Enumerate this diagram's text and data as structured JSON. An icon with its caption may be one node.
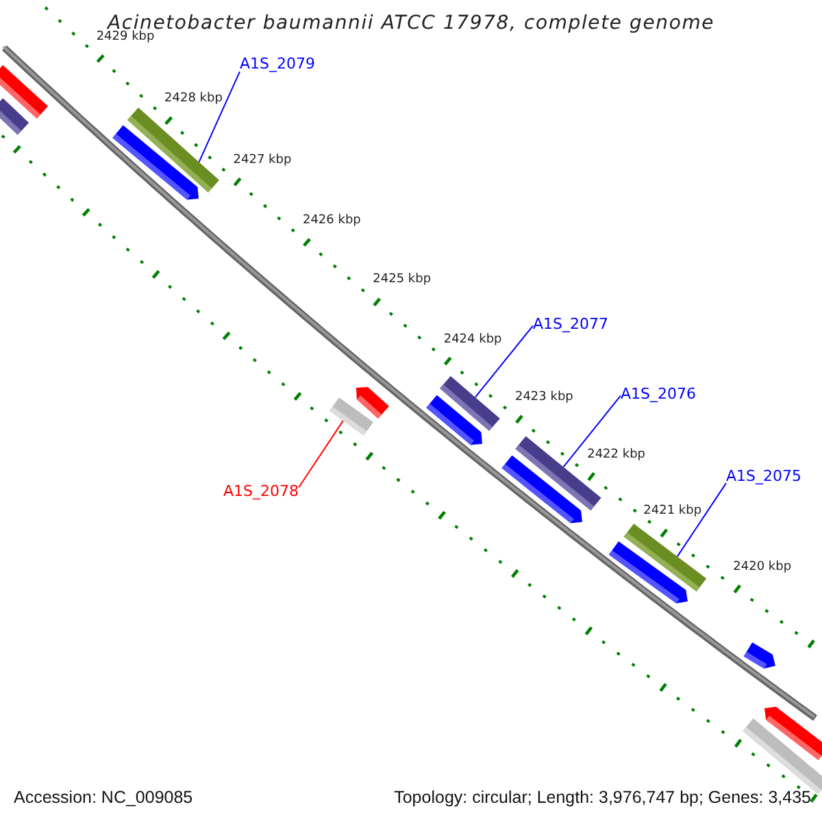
{
  "diagram": {
    "title": "Acinetobacter baumannii ATCC 17978, complete genome",
    "nodes": [
      {
        "text": [
          "A1S_2079"
        ]
      },
      {
        "text": [
          "A1S_2077"
        ]
      },
      {
        "text": [
          "A1S_2076"
        ]
      },
      {
        "text": [
          "A1S_2075"
        ]
      },
      {
        "text": [
          "A1S_2078"
        ]
      },
      {
        "text": [],
        "shape": "bar"
      },
      {
        "text": [],
        "shape": "bar"
      },
      {
        "text": [],
        "shape": "bar"
      },
      {
        "text": [],
        "shape": "bar"
      },
      {
        "text": [],
        "shape": "bar"
      },
      {
        "text": [],
        "shape": "bar"
      },
      {
        "text": [],
        "shape": "bar"
      },
      {
        "text": [],
        "shape": "bar"
      },
      {
        "text": [],
        "shape": "bar"
      },
      {
        "text": [],
        "shape": "bar"
      },
      {
        "text": [],
        "shape": "bar"
      },
      {
        "text": [],
        "shape": "bar"
      },
      {
        "text": [],
        "shape": "bar"
      },
      {
        "text": [],
        "shape": "bar"
      },
      {
        "text": [],
        "shape": "bar"
      }
    ],
    "edges": [
      {
        "from": 0,
        "to": 7,
        "arrow": "none"
      },
      {
        "from": 1,
        "to": 12,
        "arrow": "none"
      },
      {
        "from": 2,
        "to": 14,
        "arrow": "none"
      },
      {
        "from": 3,
        "to": 16,
        "arrow": "none"
      },
      {
        "from": 4,
        "to": 9,
        "arrow": "none",
        "color": "#ff0000"
      }
    ],
    "labels": [
      "2429 kbp",
      "2428 kbp",
      "2427 kbp",
      "2426 kbp",
      "2425 kbp",
      "2424 kbp",
      "2423 kbp",
      "2422 kbp",
      "2421 kbp",
      "2420 kbp",
      "Accession: NC_009085",
      "Topology: circular; Length: 3,976,747 bp; Genes: 3,435"
    ]
  }
}
